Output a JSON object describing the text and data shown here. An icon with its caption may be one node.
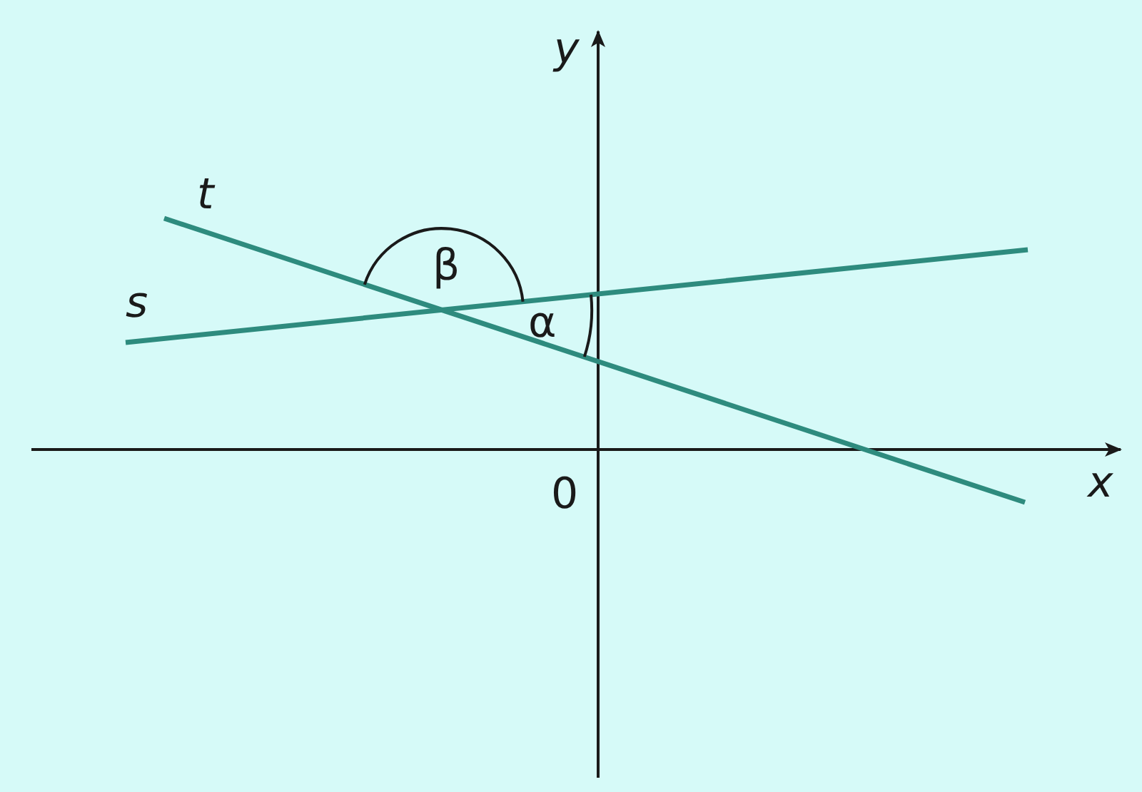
{
  "diagram": {
    "labels": [
      "y",
      "t",
      "β",
      "s",
      "α",
      "0",
      "x"
    ]
  }
}
